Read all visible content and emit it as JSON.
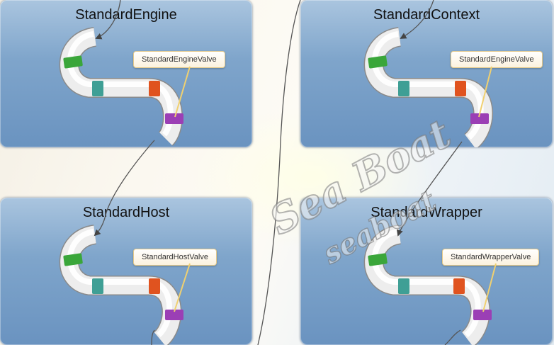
{
  "panels": [
    {
      "id": "engine",
      "title": "StandardEngine",
      "valve": "StandardEngineValve"
    },
    {
      "id": "context",
      "title": "StandardContext",
      "valve": "StandardEngineValve"
    },
    {
      "id": "host",
      "title": "StandardHost",
      "valve": "StandardHostValve"
    },
    {
      "id": "wrapper",
      "title": "StandardWrapper",
      "valve": "StandardWrapperValve"
    }
  ],
  "watermark": {
    "line1": "Sea Boat",
    "line2": "seaboat"
  },
  "colors": {
    "band_green": "#3aa63a",
    "band_teal": "#3f9f95",
    "band_orange": "#e0531f",
    "band_purple": "#9b3fb5"
  }
}
